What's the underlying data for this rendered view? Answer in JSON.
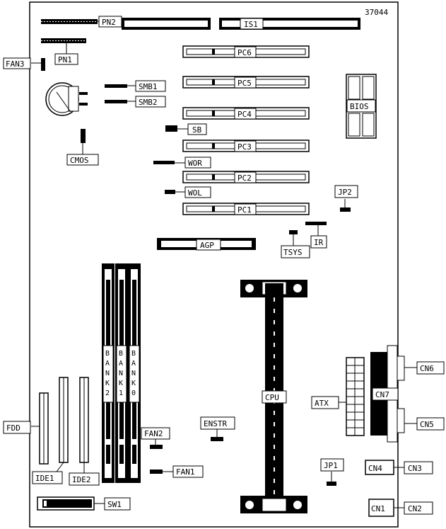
{
  "figure_id": "37044",
  "labels": {
    "pn2": "PN2",
    "is1": "IS1",
    "pn1": "PN1",
    "fan3": "FAN3",
    "pc6": "PC6",
    "pc5": "PC5",
    "pc4": "PC4",
    "pc3": "PC3",
    "pc2": "PC2",
    "pc1": "PC1",
    "smb1": "SMB1",
    "smb2": "SMB2",
    "bios": "BIOS",
    "sb": "SB",
    "cmos": "CMOS",
    "wor": "WOR",
    "wol": "WOL",
    "jp2": "JP2",
    "agp": "AGP",
    "tsys": "TSYS",
    "ir": "IR",
    "bank2": "BANK2",
    "bank1": "BANK1",
    "bank0": "BANK0",
    "cpu": "CPU",
    "cn6": "CN6",
    "cn7": "CN7",
    "atx": "ATX",
    "cn5": "CN5",
    "fdd": "FDD",
    "fan2": "FAN2",
    "enstr": "ENSTR",
    "fan1": "FAN1",
    "ide1": "IDE1",
    "ide2": "IDE2",
    "jp1": "JP1",
    "cn4": "CN4",
    "cn3": "CN3",
    "sw1": "SW1",
    "cn1": "CN1",
    "cn2": "CN2"
  }
}
